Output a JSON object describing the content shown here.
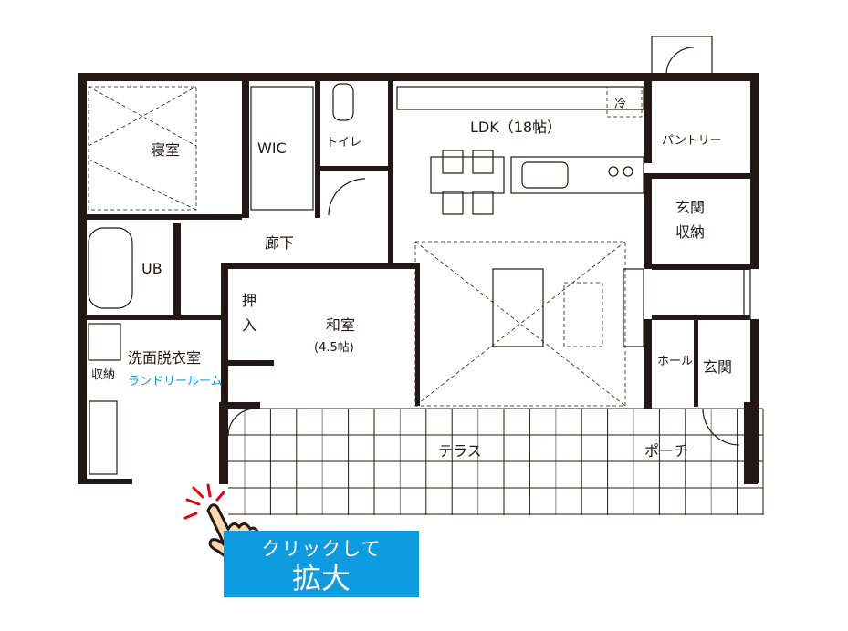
{
  "floorplan": {
    "rooms": {
      "bedroom": "寝室",
      "wic": "WIC",
      "toilet": "トイレ",
      "ldk": "LDK（18帖）",
      "fridge": "冷",
      "pantry": "パントリー",
      "entrance_storage_1": "玄関",
      "entrance_storage_2": "収納",
      "ub": "UB",
      "corridor": "廊下",
      "closet_1": "押",
      "closet_2": "入",
      "japanese_room": "和室",
      "japanese_room_size": "(4.5帖)",
      "washroom": "洗面脱衣室",
      "laundry": "ランドリールーム",
      "storage": "収納",
      "hall": "ホール",
      "entrance": "玄関",
      "terrace": "テラス",
      "porch": "ポーチ"
    },
    "colors": {
      "wall": "#231815",
      "accent": "#0f9be0",
      "laundry_text": "#1a9be0",
      "tap_lines": "#e60012",
      "hand": "#f9d8b0"
    }
  },
  "cta": {
    "line1": "クリックして",
    "line2": "拡大",
    "icon": "pointing-hand-icon"
  }
}
